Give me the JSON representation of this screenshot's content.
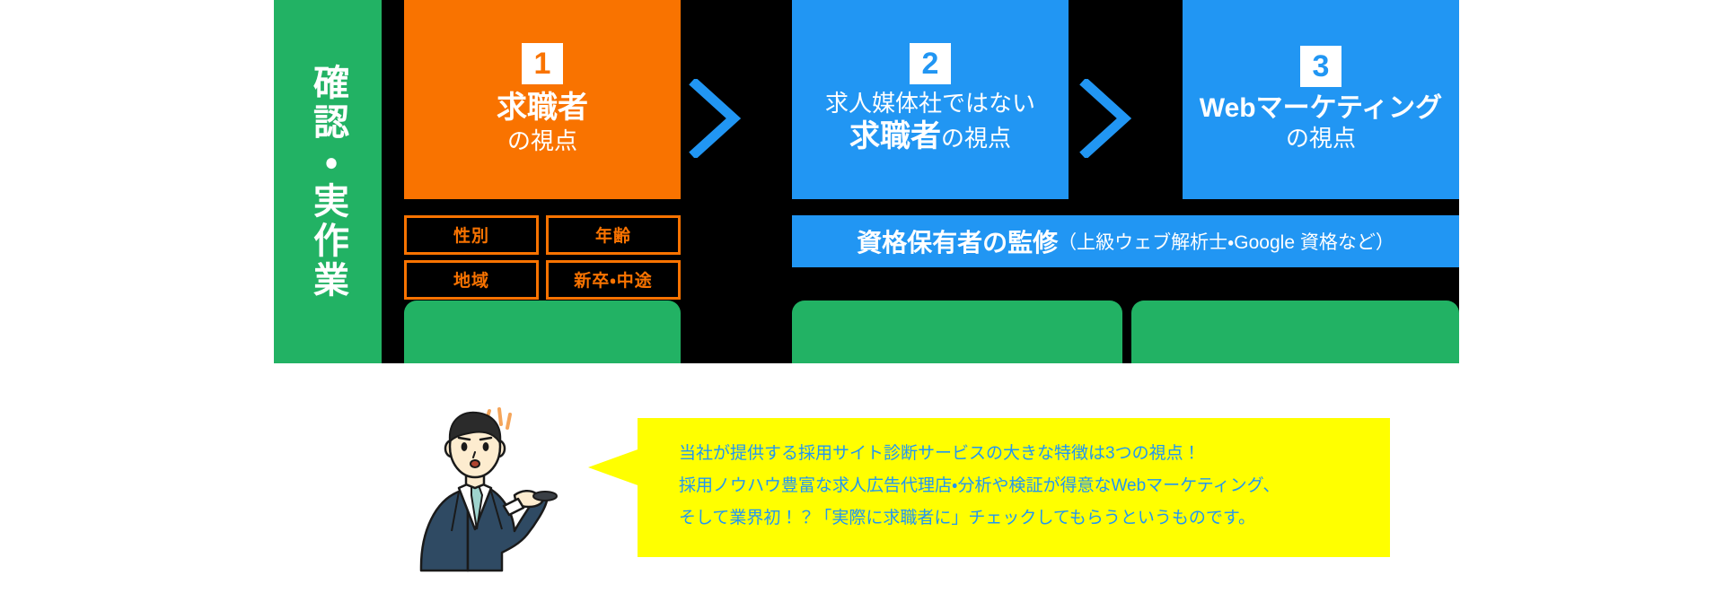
{
  "colors": {
    "green": "#22b264",
    "orange": "#f97300",
    "blue": "#2196f3",
    "yellow": "#ffff00",
    "black": "#000000",
    "white": "#ffffff"
  },
  "diagram": {
    "sidebar_label": "確認・実作業",
    "columns": [
      {
        "number": "1",
        "accent": "orange",
        "title_small": "",
        "title_large": "求職者",
        "title_suffix": "の視点"
      },
      {
        "number": "2",
        "accent": "blue",
        "title_small": "求人媒体社ではない",
        "title_large": "求職者",
        "title_suffix": "の視点"
      },
      {
        "number": "3",
        "accent": "blue",
        "title_small": "",
        "title_large": "Webマーケティング",
        "title_suffix": "の視点"
      }
    ],
    "tags": [
      "性別",
      "年齢",
      "地域",
      "新卒・中途"
    ],
    "supervision": {
      "strong": "資格保有者の監修",
      "paren": "（上級ウェブ解析士・Google 資格など）"
    },
    "chevron_icon": "chevron-right-icon"
  },
  "callout": {
    "lines": [
      "当社が提供する採用サイト診断サービスの大きな特徴は3つの視点！",
      "採用ノウハウ豊富な求人広告代理店・分析や検証が得意なWebマーケティング、",
      "そして業界初！？「実際に求職者に」チェックしてもらうというものです。"
    ]
  },
  "illustration": {
    "name": "businessman-presenting-illustration"
  }
}
